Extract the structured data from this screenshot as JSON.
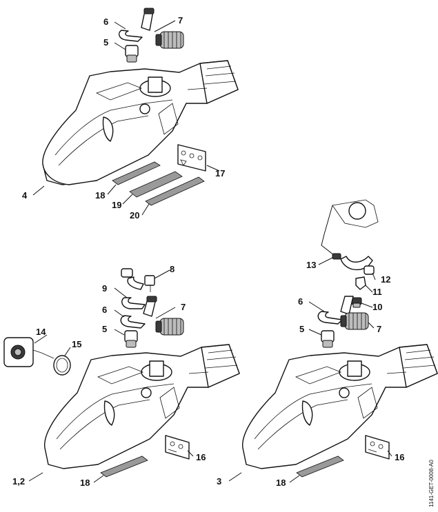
{
  "callouts": {
    "c4": "4",
    "c5a": "5",
    "c6a": "6",
    "c7a": "7",
    "c17": "17",
    "c18a": "18",
    "c19": "19",
    "c20": "20",
    "c12": "1,2",
    "c5b": "5",
    "c6b": "6",
    "c7b": "7",
    "c8": "8",
    "c9": "9",
    "c14": "14",
    "c15": "15",
    "c16a": "16",
    "c18b": "18",
    "c3": "3",
    "c5c": "5",
    "c6c": "6",
    "c7c": "7",
    "c10": "10",
    "c11": "11",
    "c12b": "12",
    "c13": "13",
    "c16b": "16",
    "c18c": "18"
  },
  "reference_code": "1141-GET-0008-A0"
}
